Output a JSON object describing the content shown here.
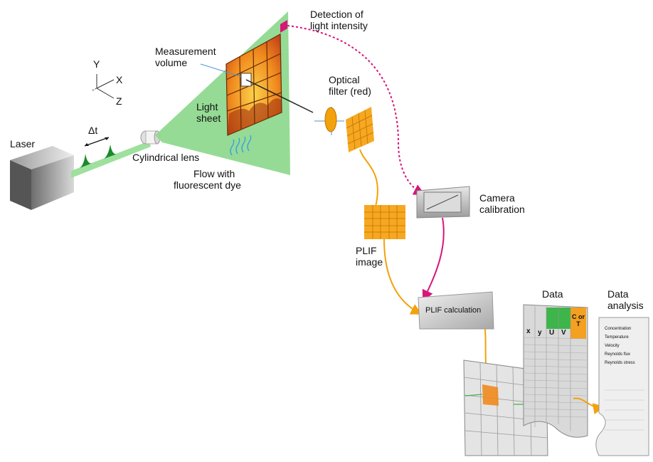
{
  "labels": {
    "laser": "Laser",
    "delta_t": "Δt",
    "cylindrical_lens": "Cylindrical lens",
    "light_sheet_1": "Light",
    "light_sheet_2": "sheet",
    "measurement_volume_1": "Measurement",
    "measurement_volume_2": "volume",
    "detection_1": "Detection of",
    "detection_2": "light intensity",
    "optical_filter_1": "Optical",
    "optical_filter_2": "filter (red)",
    "flow_1": "Flow with",
    "flow_2": "fluorescent dye",
    "camera_calibration_1": "Camera",
    "camera_calibration_2": "calibration",
    "plif_image_1": "PLIF",
    "plif_image_2": "image",
    "plif_calculation": "PLIF calculation",
    "data": "Data",
    "data_analysis_1": "Data",
    "data_analysis_2": "analysis"
  },
  "axes": {
    "y": "Y",
    "x": "X",
    "z": "Z"
  },
  "data_table_headers": [
    "x",
    "y",
    "U",
    "V",
    "C or T"
  ],
  "analysis_items": [
    "Concentration",
    "Temperature",
    "Velocity",
    "Reynolds flux",
    "Reynolds stress"
  ],
  "colors": {
    "light_sheet": "#8fd98f",
    "laser_beam": "#7fd17f",
    "pulse": "#1a8a2a",
    "grid_orange": "#f2a20c",
    "grid_line": "#c47200",
    "magenta": "#d8157a",
    "flow_arrow": "#3aa0e0",
    "data_green": "#3db54a",
    "data_orange": "#f4a020"
  }
}
